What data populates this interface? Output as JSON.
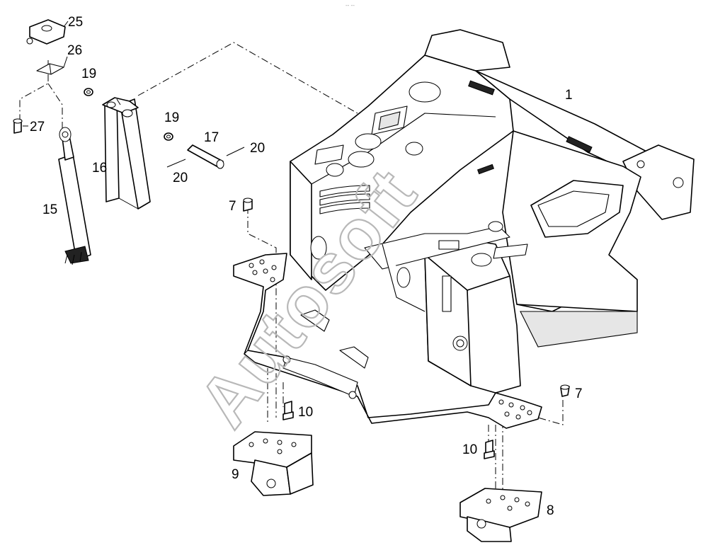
{
  "watermark": {
    "text": "Autosoft",
    "top_text": "-- --"
  },
  "callouts": {
    "c1": "1",
    "c7a": "7",
    "c7b": "7",
    "c8": "8",
    "c9": "9",
    "c10a": "10",
    "c10b": "10",
    "c15": "15",
    "c16": "16",
    "c17": "17",
    "c19a": "19",
    "c19b": "19",
    "c20a": "20",
    "c20b": "20",
    "c25": "25",
    "c26": "26",
    "c27": "27"
  }
}
